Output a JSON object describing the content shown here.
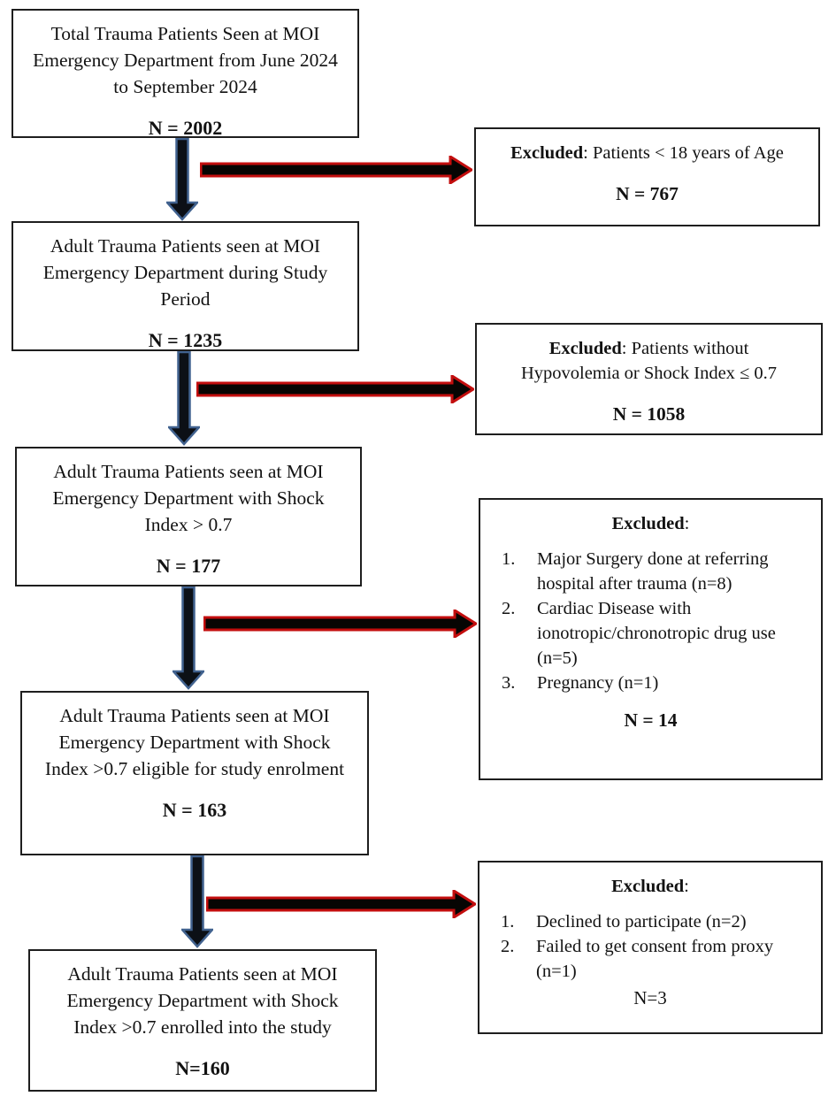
{
  "flow": {
    "steps": [
      {
        "text": "Total Trauma Patients Seen at MOI Emergency Department from June 2024 to September 2024",
        "n": "N = 2002"
      },
      {
        "text": "Adult Trauma Patients seen at MOI Emergency Department during Study Period",
        "n": "N = 1235"
      },
      {
        "text": "Adult Trauma Patients seen at MOI Emergency Department with Shock Index > 0.7",
        "n": "N = 177"
      },
      {
        "text": "Adult Trauma Patients seen at MOI Emergency Department with Shock Index >0.7 eligible for study enrolment",
        "n": "N = 163"
      },
      {
        "text": "Adult Trauma Patients seen at MOI Emergency Department with Shock Index >0.7 enrolled into the study",
        "n": "N=160"
      }
    ],
    "exclusions": [
      {
        "label": "Excluded",
        "desc": ": Patients < 18 years of Age",
        "n": "N = 767"
      },
      {
        "label": "Excluded",
        "desc": ": Patients without Hypovolemia or Shock Index ≤ 0.7",
        "n": "N = 1058"
      },
      {
        "label": "Excluded",
        "desc": ":",
        "items": [
          {
            "num": "1.",
            "text": "Major Surgery done at referring hospital after trauma (n=8)"
          },
          {
            "num": "2.",
            "text": "Cardiac Disease with ionotropic/chronotropic drug use (n=5)"
          },
          {
            "num": "3.",
            "text": "Pregnancy (n=1)"
          }
        ],
        "n": "N = 14"
      },
      {
        "label": "Excluded",
        "desc": ":",
        "items": [
          {
            "num": "1.",
            "text": "Declined to participate (n=2)"
          },
          {
            "num": "2.",
            "text": "Failed to get consent from proxy (n=1)"
          }
        ],
        "n": "N=3"
      }
    ],
    "colors": {
      "box_border": "#1e1e1e",
      "down_arrow_fill": "#0c1016",
      "down_arrow_outline": "#41628f",
      "exclude_arrow_fill": "#070503",
      "exclude_arrow_outline": "#c30e0e"
    }
  }
}
